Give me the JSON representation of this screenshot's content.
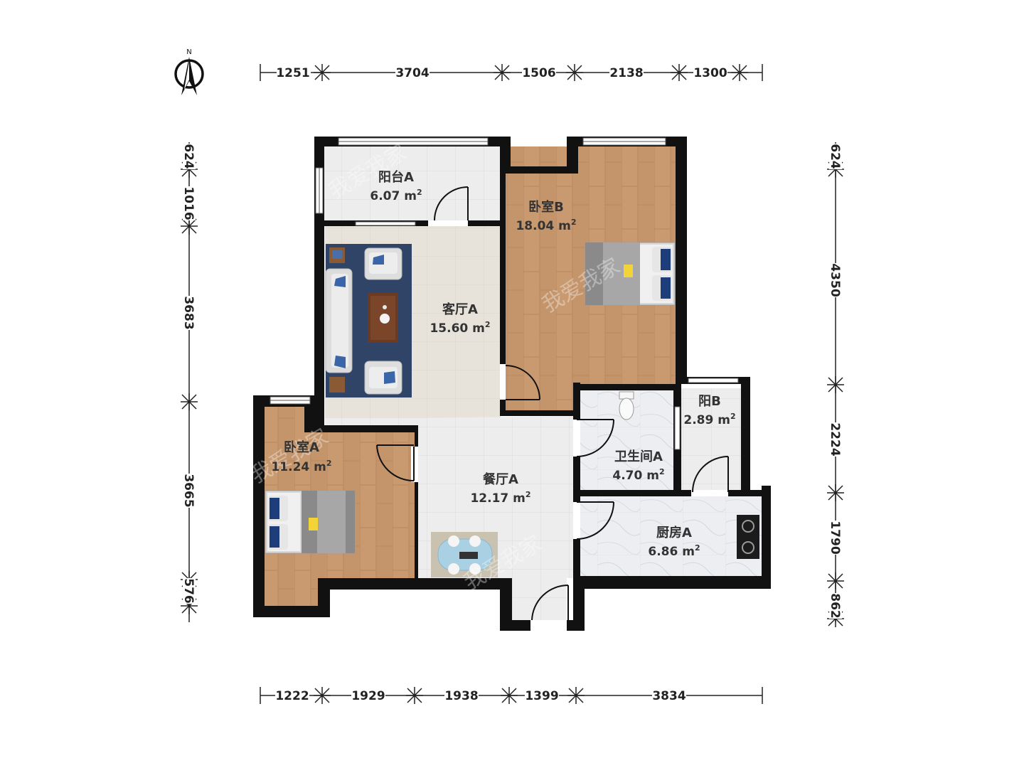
{
  "compass": {
    "label": "N"
  },
  "dimensions": {
    "top": [
      "1251",
      "3704",
      "1506",
      "2138",
      "1300"
    ],
    "bottom": [
      "1222",
      "1929",
      "1938",
      "1399",
      "3834"
    ],
    "left": [
      "624",
      "1016",
      "3683",
      "3665",
      "576"
    ],
    "right": [
      "624",
      "4350",
      "2224",
      "1790",
      "862"
    ]
  },
  "rooms": [
    {
      "id": "balcony-a",
      "name": "阳台A",
      "area": "6.07 m",
      "unit": "2"
    },
    {
      "id": "bedroom-b",
      "name": "卧室B",
      "area": "18.04 m",
      "unit": "2"
    },
    {
      "id": "living-a",
      "name": "客厅A",
      "area": "15.60 m",
      "unit": "2"
    },
    {
      "id": "balcony-b",
      "name": "阳B",
      "area": "2.89 m",
      "unit": "2"
    },
    {
      "id": "bathroom-a",
      "name": "卫生间A",
      "area": "4.70 m",
      "unit": "2"
    },
    {
      "id": "bedroom-a",
      "name": "卧室A",
      "area": "11.24 m",
      "unit": "2"
    },
    {
      "id": "dining-a",
      "name": "餐厅A",
      "area": "12.17 m",
      "unit": "2"
    },
    {
      "id": "kitchen-a",
      "name": "厨房A",
      "area": "6.86 m",
      "unit": "2"
    }
  ],
  "watermark": "我爱我家",
  "colors": {
    "wall": "#111111",
    "wood": "#c4946a",
    "tile": "#ededed",
    "living_floor": "#e8e3da",
    "rug": "#2f4466",
    "marble": "#e9ebee"
  }
}
